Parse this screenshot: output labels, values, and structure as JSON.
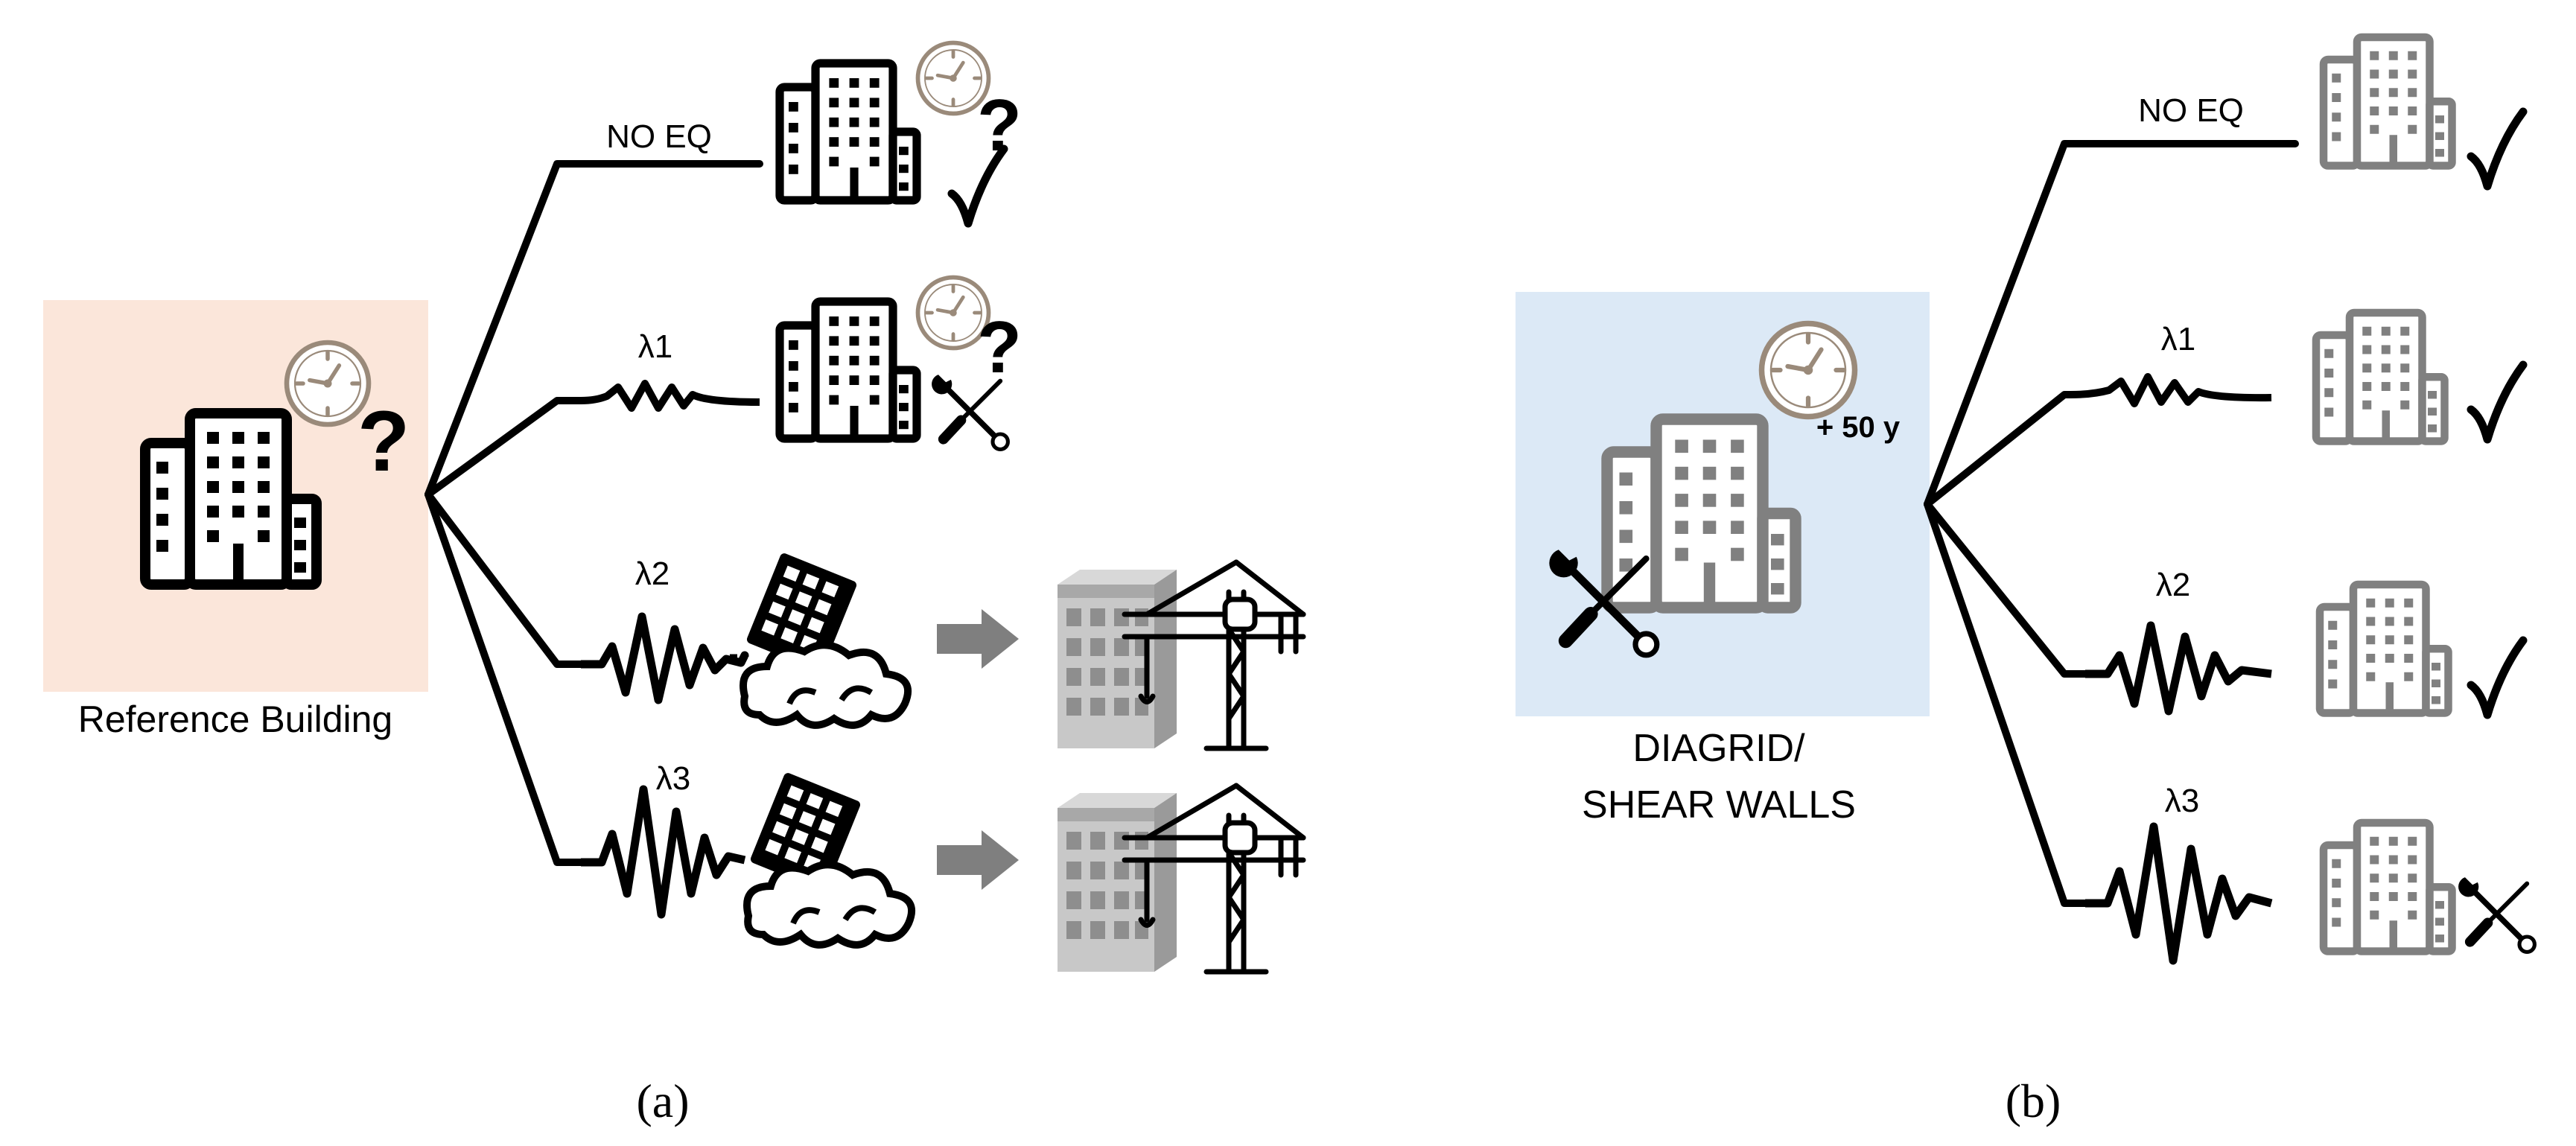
{
  "panel_a": {
    "label": "(a)",
    "reference_label": "Reference Building",
    "branch_labels": [
      "NO EQ",
      "λ1",
      "λ2",
      "λ3"
    ]
  },
  "panel_b": {
    "label": "(b)",
    "retrofit_label_line1": "DIAGRID/",
    "retrofit_label_line2": "SHEAR WALLS",
    "life_extension": "+ 50 y",
    "branch_labels": [
      "NO EQ",
      "λ1",
      "λ2",
      "λ3"
    ]
  },
  "colors": {
    "reference_box": "#fbe6da",
    "retrofit_box": "#dce9f6",
    "clock": "#9a8a7a",
    "gray_building": "#808080",
    "arrow": "#7f7f7f"
  },
  "icons": [
    "building-icon",
    "clock-icon",
    "question-icon",
    "check-icon",
    "tools-icon",
    "collapsed-building-icon",
    "arrow-icon",
    "new-building-icon",
    "crane-icon",
    "seismic-wave-icon"
  ]
}
